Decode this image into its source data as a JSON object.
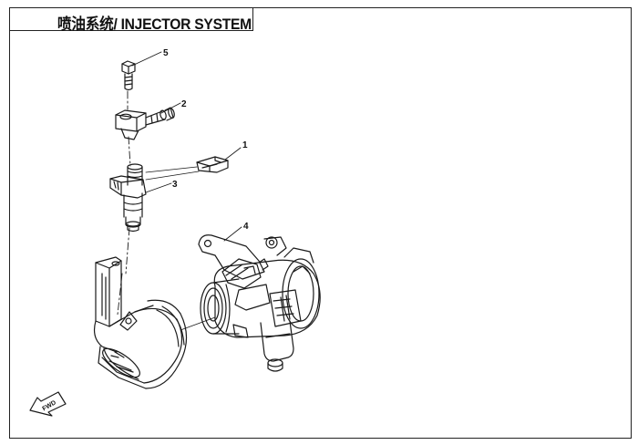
{
  "title": "喷油系统/ INJECTOR SYSTEM",
  "callouts": {
    "c1": "1",
    "c2": "2",
    "c3": "3",
    "c4": "4",
    "c5": "5"
  },
  "fwd_label": "FWD",
  "parts": [
    {
      "number": "1",
      "name": "clip"
    },
    {
      "number": "2",
      "name": "fuel-hose-connector"
    },
    {
      "number": "3",
      "name": "fuel-injector"
    },
    {
      "number": "4",
      "name": "throttle-body"
    },
    {
      "number": "5",
      "name": "bolt"
    }
  ]
}
